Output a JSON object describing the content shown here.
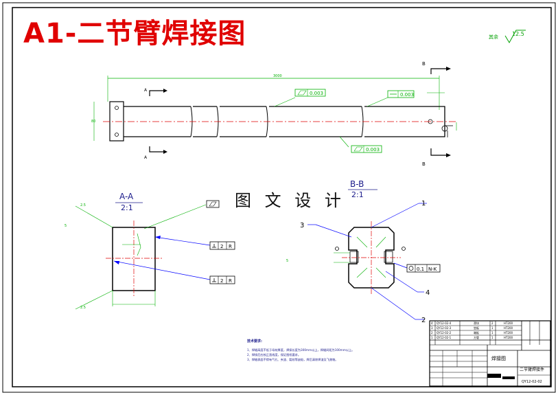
{
  "title": "A1-二节臂焊接图",
  "watermark": "图 文 设 计",
  "colors": {
    "frame": "#000000",
    "green": "#00b000",
    "blue": "#0000ff",
    "red": "#e00000",
    "title": "#e00000"
  },
  "section_labels": {
    "a_top": "A",
    "a_bottom": "A",
    "b_top": "B",
    "b_bottom": "B",
    "aa_title": "A-A",
    "aa_scale": "2:1",
    "bb_title": "B-B",
    "bb_scale": "2:1"
  },
  "tolerances": {
    "flat_top": "0.003",
    "straight_top": "0.003",
    "flat_bottom": "0.003",
    "datum_r1": "2",
    "datum_r1b": "R",
    "datum_r2": "2",
    "datum_r2b": "R",
    "sym_value": "0.1",
    "sym_datum": "N-K"
  },
  "leaders": [
    "1",
    "2",
    "3",
    "4"
  ],
  "roughness": "12.5",
  "notes": {
    "heading": "技术要求:",
    "lines": [
      "1、焊缝高度不低于母材厚度，焊接长度为300mm以上，焊缝间距为100mm以上。",
      "2、焊接后应校正直线度，保证图纸要求。",
      "3、焊缝表面不得有气孔、夹渣、裂纹等缺陷，焊后清除焊渣及飞溅物。"
    ]
  },
  "title_block": {
    "drawing_type": "焊接图",
    "part_name": "二节臂焊接件",
    "drawing_no": "QY12-02-02",
    "bom": [
      {
        "no": "4",
        "code": "QY12-02-4",
        "name": "滑块",
        "qty": "2",
        "mat": "HT200"
      },
      {
        "no": "3",
        "code": "QY12-02-3",
        "name": "垫板",
        "qty": "1",
        "mat": "HT200"
      },
      {
        "no": "2",
        "code": "QY12-02-2",
        "name": "端板",
        "qty": "1",
        "mat": "HT200"
      },
      {
        "no": "1",
        "code": "QY12-02-1",
        "name": "方管",
        "qty": "1",
        "mat": "HT200"
      }
    ]
  }
}
